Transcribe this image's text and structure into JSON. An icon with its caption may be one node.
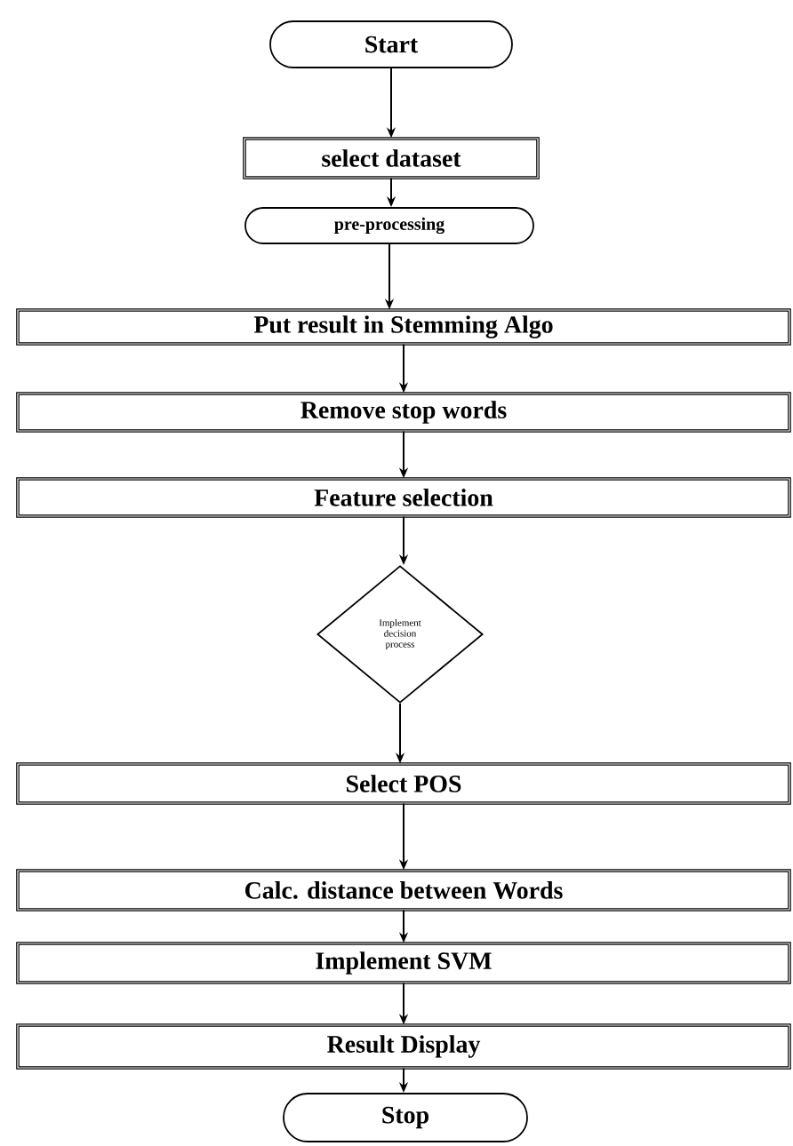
{
  "diagram": {
    "nodes": [
      {
        "text": [
          "Start"
        ]
      },
      {
        "text": [
          "select dataset"
        ]
      },
      {
        "text": [
          "pre-processing"
        ]
      },
      {
        "text": [
          "Put result in Stemming Algo"
        ]
      },
      {
        "text": [
          "Remove stop words"
        ]
      },
      {
        "text": [
          "Feature selection"
        ]
      },
      {
        "text": [
          "Implement decision process"
        ]
      },
      {
        "text": [
          "Select POS"
        ]
      },
      {
        "text": [
          "Calc. distance between Words"
        ]
      },
      {
        "text": [
          "Implement SVM"
        ]
      },
      {
        "text": [
          "Result Display"
        ]
      },
      {
        "text": [
          "Stop"
        ]
      }
    ],
    "edges": [
      {
        "from": 0,
        "to": 1,
        "arrow": "to"
      },
      {
        "from": 1,
        "to": 2,
        "arrow": "to"
      },
      {
        "from": 2,
        "to": 3,
        "arrow": "to"
      },
      {
        "from": 3,
        "to": 4,
        "arrow": "to"
      },
      {
        "from": 4,
        "to": 5,
        "arrow": "to"
      },
      {
        "from": 5,
        "to": 6,
        "arrow": "to"
      },
      {
        "from": 6,
        "to": 7,
        "arrow": "to"
      },
      {
        "from": 7,
        "to": 8,
        "arrow": "to"
      },
      {
        "from": 8,
        "to": 9,
        "arrow": "to"
      },
      {
        "from": 9,
        "to": 10,
        "arrow": "to"
      },
      {
        "from": 10,
        "to": 11,
        "arrow": "to"
      }
    ]
  }
}
